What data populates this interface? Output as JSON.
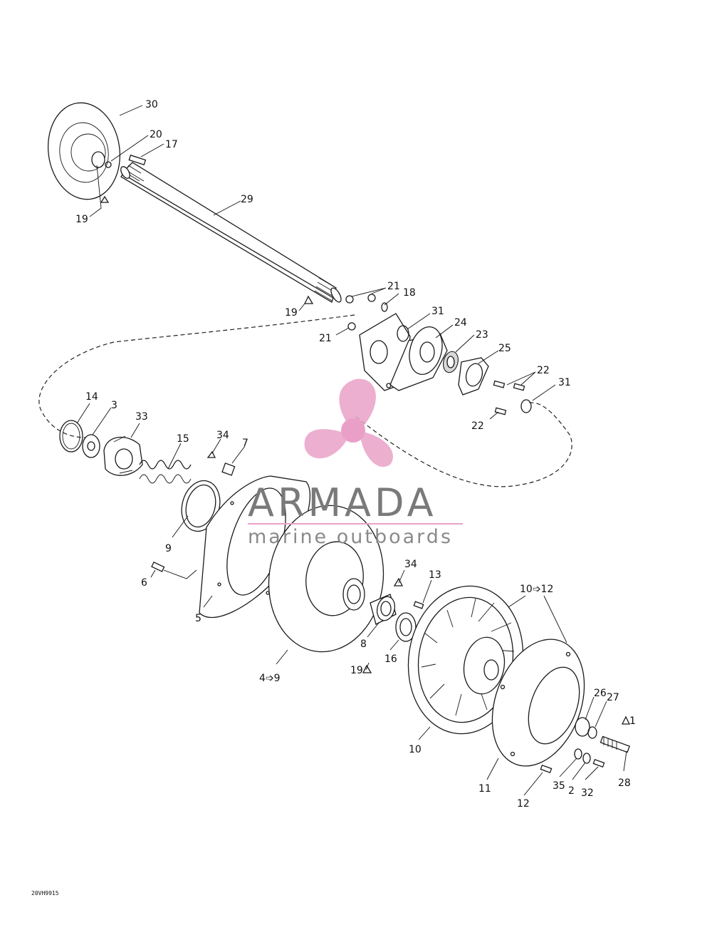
{
  "diagram": {
    "callouts": [
      "30",
      "20",
      "17",
      "19",
      "29",
      "21",
      "18",
      "19",
      "31",
      "24",
      "21",
      "23",
      "25",
      "22",
      "31",
      "22",
      "14",
      "3",
      "33",
      "15",
      "34",
      "7",
      "9",
      "6",
      "5",
      "34",
      "13",
      "10➩12",
      "8",
      "16",
      "19",
      "4➩9",
      "26",
      "27",
      "1",
      "10",
      "11",
      "35",
      "2",
      "32",
      "28",
      "12"
    ],
    "drawing_code": "20VH9915"
  },
  "watermark": {
    "title": "ARMADA",
    "subtitle": "marine outboards",
    "logo_color": "#e9a2c7",
    "logo_center_color": "#e78fbf",
    "text_color": "#7a7a7a"
  }
}
